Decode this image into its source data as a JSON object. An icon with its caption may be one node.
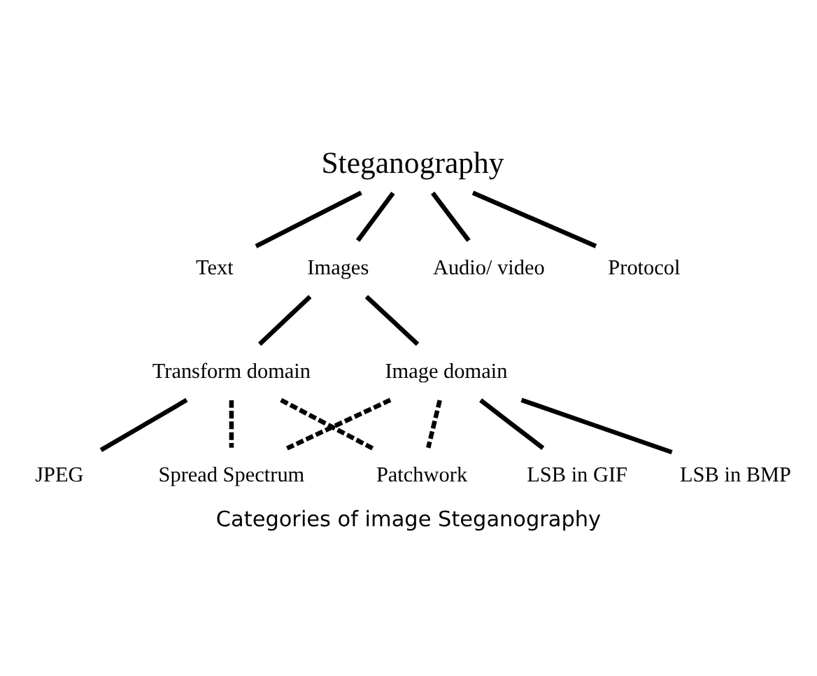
{
  "diagram": {
    "caption": "Categories of image Steganography",
    "nodes": [
      {
        "text": [
          "Steganography"
        ]
      },
      {
        "text": [
          "Text"
        ]
      },
      {
        "text": [
          "Images"
        ]
      },
      {
        "text": [
          "Audio/ video"
        ]
      },
      {
        "text": [
          "Protocol"
        ]
      },
      {
        "text": [
          "Transform domain"
        ]
      },
      {
        "text": [
          "Image domain"
        ]
      },
      {
        "text": [
          "JPEG"
        ]
      },
      {
        "text": [
          "Patchwork"
        ]
      },
      {
        "text": [
          "LSB in BMP"
        ]
      },
      {
        "text": [
          "LSB in GIF"
        ]
      },
      {
        "text": [
          "Spread Spectrum"
        ]
      }
    ],
    "edges": [
      {
        "from": 0,
        "to": 1,
        "arrow": "none"
      },
      {
        "from": 0,
        "to": 2,
        "arrow": "none"
      },
      {
        "from": 0,
        "to": 3,
        "arrow": "none"
      },
      {
        "from": 0,
        "to": 4,
        "arrow": "none"
      },
      {
        "from": 2,
        "to": 5,
        "arrow": "none"
      },
      {
        "from": 2,
        "to": 6,
        "arrow": "none"
      },
      {
        "from": 5,
        "to": 7,
        "arrow": "none"
      },
      {
        "from": 5,
        "to": 8,
        "arrow": "none",
        "style": "dashed"
      },
      {
        "from": 5,
        "to": 11,
        "arrow": "none",
        "style": "dashed"
      },
      {
        "from": 6,
        "to": 8,
        "arrow": "none",
        "style": "dashed"
      },
      {
        "from": 6,
        "to": 11,
        "arrow": "none",
        "style": "dashed"
      },
      {
        "from": 6,
        "to": 9,
        "arrow": "none"
      },
      {
        "from": 6,
        "to": 10,
        "arrow": "none"
      }
    ]
  }
}
